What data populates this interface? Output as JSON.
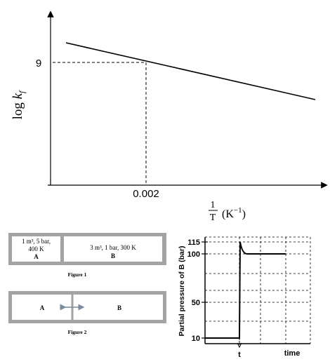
{
  "top_chart": {
    "y_axis_label": "log",
    "y_axis_label_k": "k",
    "y_axis_label_sub": "f",
    "x_axis_label_numerator": "1",
    "x_axis_label_denominator": "T",
    "x_axis_label_unit": "(K",
    "x_axis_label_unit_exp": "−1",
    "x_axis_label_unit_close": ")",
    "y_tick": "9",
    "x_tick": "0.002"
  },
  "figure1": {
    "box_a_line1": "1 m³, 5 bar,",
    "box_a_line2": "400 K",
    "box_a_label": "A",
    "box_b_line1": "3 m³, 1 bar, 300 K",
    "box_b_label": "B",
    "caption": "Figure 1"
  },
  "figure2": {
    "box_a_label": "A",
    "box_b_label": "B",
    "caption": "Figure 2"
  },
  "pressure_chart": {
    "y_label": "Partial pressure of B (bar)",
    "x_label": "time",
    "t_label": "t",
    "ticks": [
      "115",
      "100",
      "50",
      "10"
    ]
  },
  "chart_data": {
    "type": "line",
    "series": [
      {
        "x": [
          "0",
          "t",
          "t",
          "t+",
          "end"
        ],
        "y": [
          10,
          10,
          115,
          100,
          100
        ]
      }
    ],
    "xlabel": "time",
    "ylabel": "Partial pressure of B (bar)",
    "yticks": [
      10,
      50,
      100,
      115
    ],
    "grid": true
  }
}
